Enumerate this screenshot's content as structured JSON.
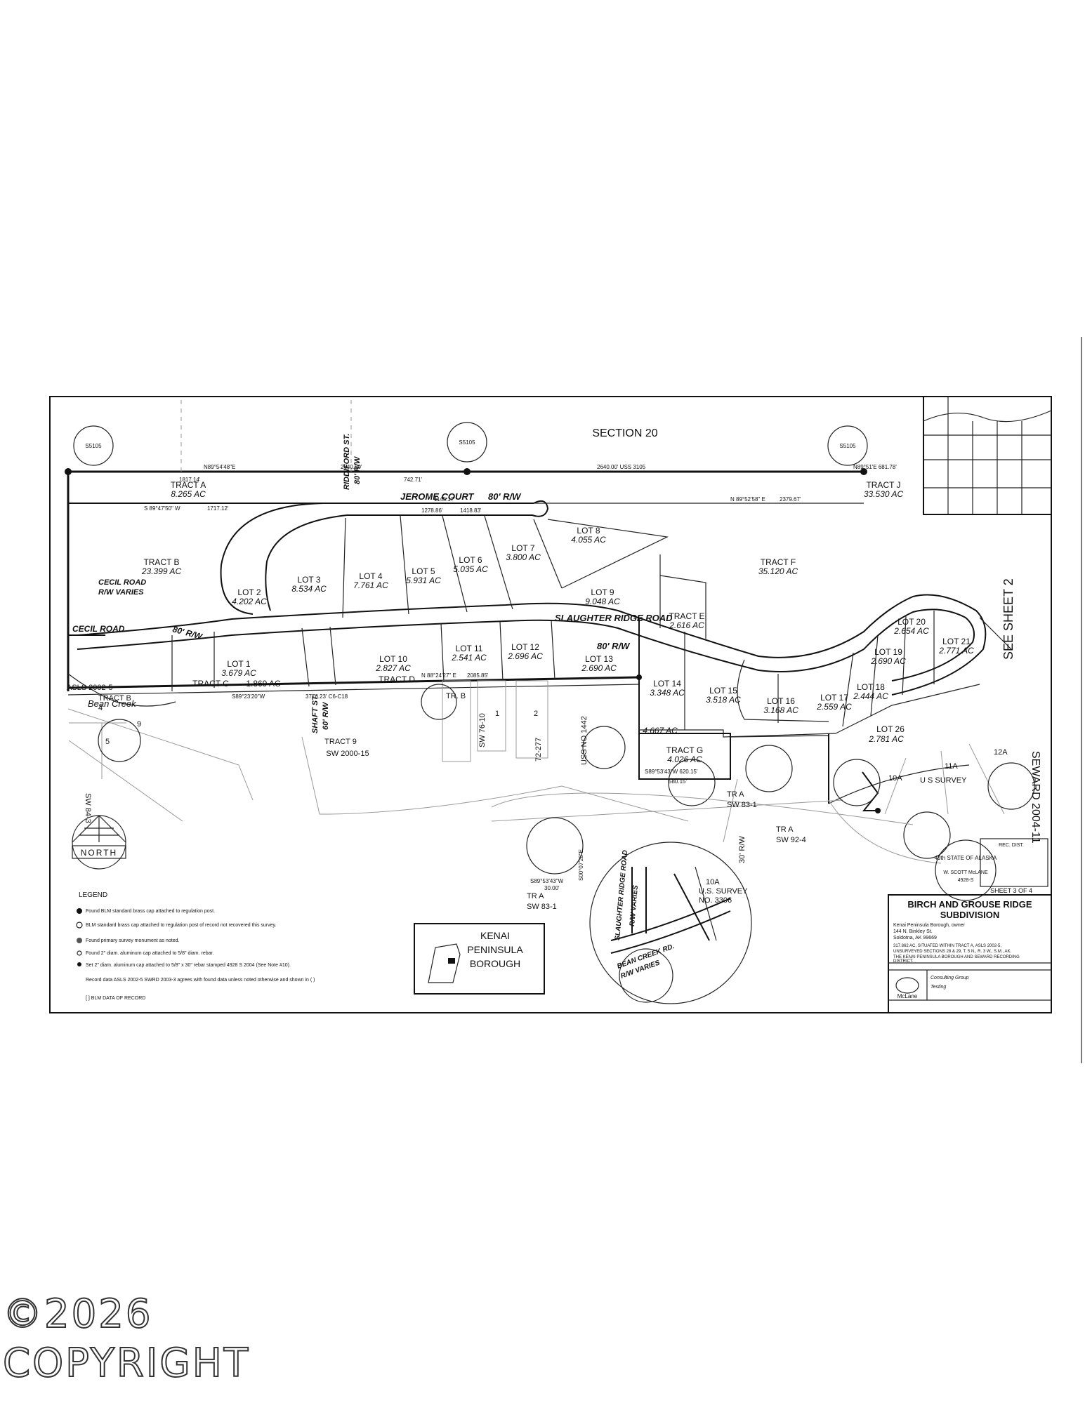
{
  "sheet": {
    "section_label": "SECTION 20",
    "see_sheet": "SEE SHEET 2",
    "seward_ref": "SEWARD 2004-11",
    "sheet_of": "SHEET 3 OF 4",
    "title_line1": "BIRCH AND GROUSE RIDGE",
    "title_line2": "SUBDIVISION",
    "owner_lines": [
      "Kenai Peninsula Borough, owner",
      "144 N. Binkley St.",
      "Soldotna, AK 99669"
    ],
    "description_lines": [
      "317.862 AC, SITUATED WITHIN TRACT A, ASLS 2002-5,",
      "UNSURVEYED SECTIONS 28 & 29, T. 5 N., R. 3 W., S.M., AK.",
      "THE KENAI PENINSULA BOROUGH AND SEWARD RECORDING",
      "DISTRICT."
    ],
    "firm_name": "McLane",
    "firm_sub": "Consulting Group",
    "firm_sub2": "Testing",
    "north_label": "NORTH",
    "kpb_line1": "KENAI",
    "kpb_line2": "PENINSULA",
    "kpb_line3": "BOROUGH",
    "rec_dist": "REC. DIST.",
    "seal_text": "49th STATE OF ALASKA",
    "seal_name": "W. SCOTT McLANE",
    "seal_no": "4928-S"
  },
  "legend": {
    "title": "LEGEND",
    "items": [
      "Found BLM standard brass cap attached to regulation post.",
      "BLM standard brass cap attached to regulation post of record not recovered this survey.",
      "Found primary survey monument as noted.",
      "Found 2\" diam. aluminum cap attached to 5/8\" diam. rebar.",
      "Set 2\" diam. aluminum cap attached to 5/8\" x 30\" rebar stamped 4928 S 2004 (See Note #10).",
      "Record data ASLS 2002-5 SWRD 2003-3 agrees with found data unless noted otherwise and shown in (     )",
      "[  ] BLM DATA OF RECORD"
    ]
  },
  "parcels": [
    {
      "name": "TRACT A",
      "area": "8.265 AC"
    },
    {
      "name": "TRACT B",
      "area": "23.399 AC"
    },
    {
      "name": "TRACT C",
      "area": "1.869 AC"
    },
    {
      "name": "TRACT D",
      "area": ""
    },
    {
      "name": "TRACT E",
      "area": "2.616 AC"
    },
    {
      "name": "TRACT F",
      "area": "35.120 AC"
    },
    {
      "name": "TRACT G",
      "area": "4.026 AC"
    },
    {
      "name": "TRACT J",
      "area": "33.530 AC"
    },
    {
      "name": "LOT 1",
      "area": "3.679 AC"
    },
    {
      "name": "LOT 2",
      "area": "4.202 AC"
    },
    {
      "name": "LOT 3",
      "area": "8.534 AC"
    },
    {
      "name": "LOT 4",
      "area": "7.761 AC"
    },
    {
      "name": "LOT 5",
      "area": "5.931 AC"
    },
    {
      "name": "LOT 6",
      "area": "5.035 AC"
    },
    {
      "name": "LOT 7",
      "area": "3.800 AC"
    },
    {
      "name": "LOT 8",
      "area": "4.055 AC"
    },
    {
      "name": "LOT 9",
      "area": "9.048 AC"
    },
    {
      "name": "LOT 10",
      "area": "2.827 AC"
    },
    {
      "name": "LOT 11",
      "area": "2.541 AC"
    },
    {
      "name": "LOT 12",
      "area": "2.696 AC"
    },
    {
      "name": "LOT 13",
      "area": "2.690 AC"
    },
    {
      "name": "LOT 14",
      "area": "3.348 AC"
    },
    {
      "name": "",
      "area": "4.667 AC"
    },
    {
      "name": "LOT 15",
      "area": "3.518 AC"
    },
    {
      "name": "LOT 16",
      "area": "3.168 AC"
    },
    {
      "name": "LOT 17",
      "area": "2.559 AC"
    },
    {
      "name": "LOT 18",
      "area": "2.444 AC"
    },
    {
      "name": "LOT 19",
      "area": "2.690 AC"
    },
    {
      "name": "LOT 20",
      "area": "2.654 AC"
    },
    {
      "name": "LOT 21",
      "area": "2.771 AC"
    },
    {
      "name": "LOT 26",
      "area": "2.781 AC"
    }
  ],
  "roads": {
    "jerome": "JEROME COURT",
    "jerome_rw": "80' R/W",
    "slaughter": "SLAUGHTER RIDGE ROAD",
    "slaughter_rw": "80' R/W",
    "cecil": "CECIL ROAD",
    "cecil_rw": "80' R/W",
    "cecil_varies1": "CECIL ROAD",
    "cecil_varies2": "R/W VARIES",
    "riddiford": "RIDDIFORD ST.",
    "riddiford_rw": "80' R/W",
    "shaft": "SHAFT ST.",
    "shaft_rw": "60' R/W",
    "bean_creek": "Bean Creek",
    "bean_creek_rd": "BEAN CREEK RD.",
    "bean_creek_rw": "R/W VARIES",
    "slaughter_inset": "SLAUGHTER RIDGE ROAD",
    "slaughter_inset_rw": "R/W VARIES"
  },
  "neighbors": {
    "tract9": "TRACT 9",
    "sw2000": "SW 2000-15",
    "asls": "ASLS 2002-5",
    "tractb_small": "TRACT B",
    "sw84": "SW 84-3",
    "uss1442": "USS NO 1442",
    "sw76": "SW 76-10",
    "sw72": "72-277",
    "tra_sw83": "TR A",
    "sw83": "SW 83-1",
    "tra_sw92": "TR A",
    "sw92": "SW 92-4",
    "rw30": "30' R/W",
    "uss3306_a": "10A",
    "uss3306_b": "U.S. SURVEY",
    "uss3306_c": "NO. 3306",
    "lot11a": "11A",
    "lot12a": "12A",
    "us_survey": "U S SURVEY",
    "lot10a": "10A",
    "lot_a": "1",
    "lot_b": "2",
    "lot_tr": "TR. B",
    "lot_4": "4",
    "lot_5": "5",
    "lot_9": "9",
    "inset_sw83": "SW 83-1",
    "inset_tra": "TR A"
  },
  "bearings": {
    "top_main": "N89°54'48\"E",
    "top_dist": "2640.00' USS 3105",
    "top_right": "N89°51'E 681.78'",
    "jerome_b": "N 89°52'58\" E",
    "jerome_d": "2379.67'",
    "tract_a_b": "S 89°47'50\" W",
    "tract_a_d": "1717.12'",
    "bottom_b": "S89°23'20\"W",
    "bottom_d": "3776.23' C6-C18",
    "tract_d_b": "N 88°24'27\" E",
    "tract_d_d": "2085.85'",
    "tract_g_b": "S89°53'43\"W 620.15'",
    "tract_g_d": "580.15'",
    "inset_b": "S89°53'43\"W",
    "inset_d": "30.00'",
    "inset_b2": "S00°07'28\"E",
    "dist_2640": "2640.00'",
    "dist_742": "742.71'",
    "dist_1817": "1817.14'",
    "dist_1145": "1145.17'",
    "dist_1278": "1278.86'",
    "dist_1418": "1418.83'"
  }
}
